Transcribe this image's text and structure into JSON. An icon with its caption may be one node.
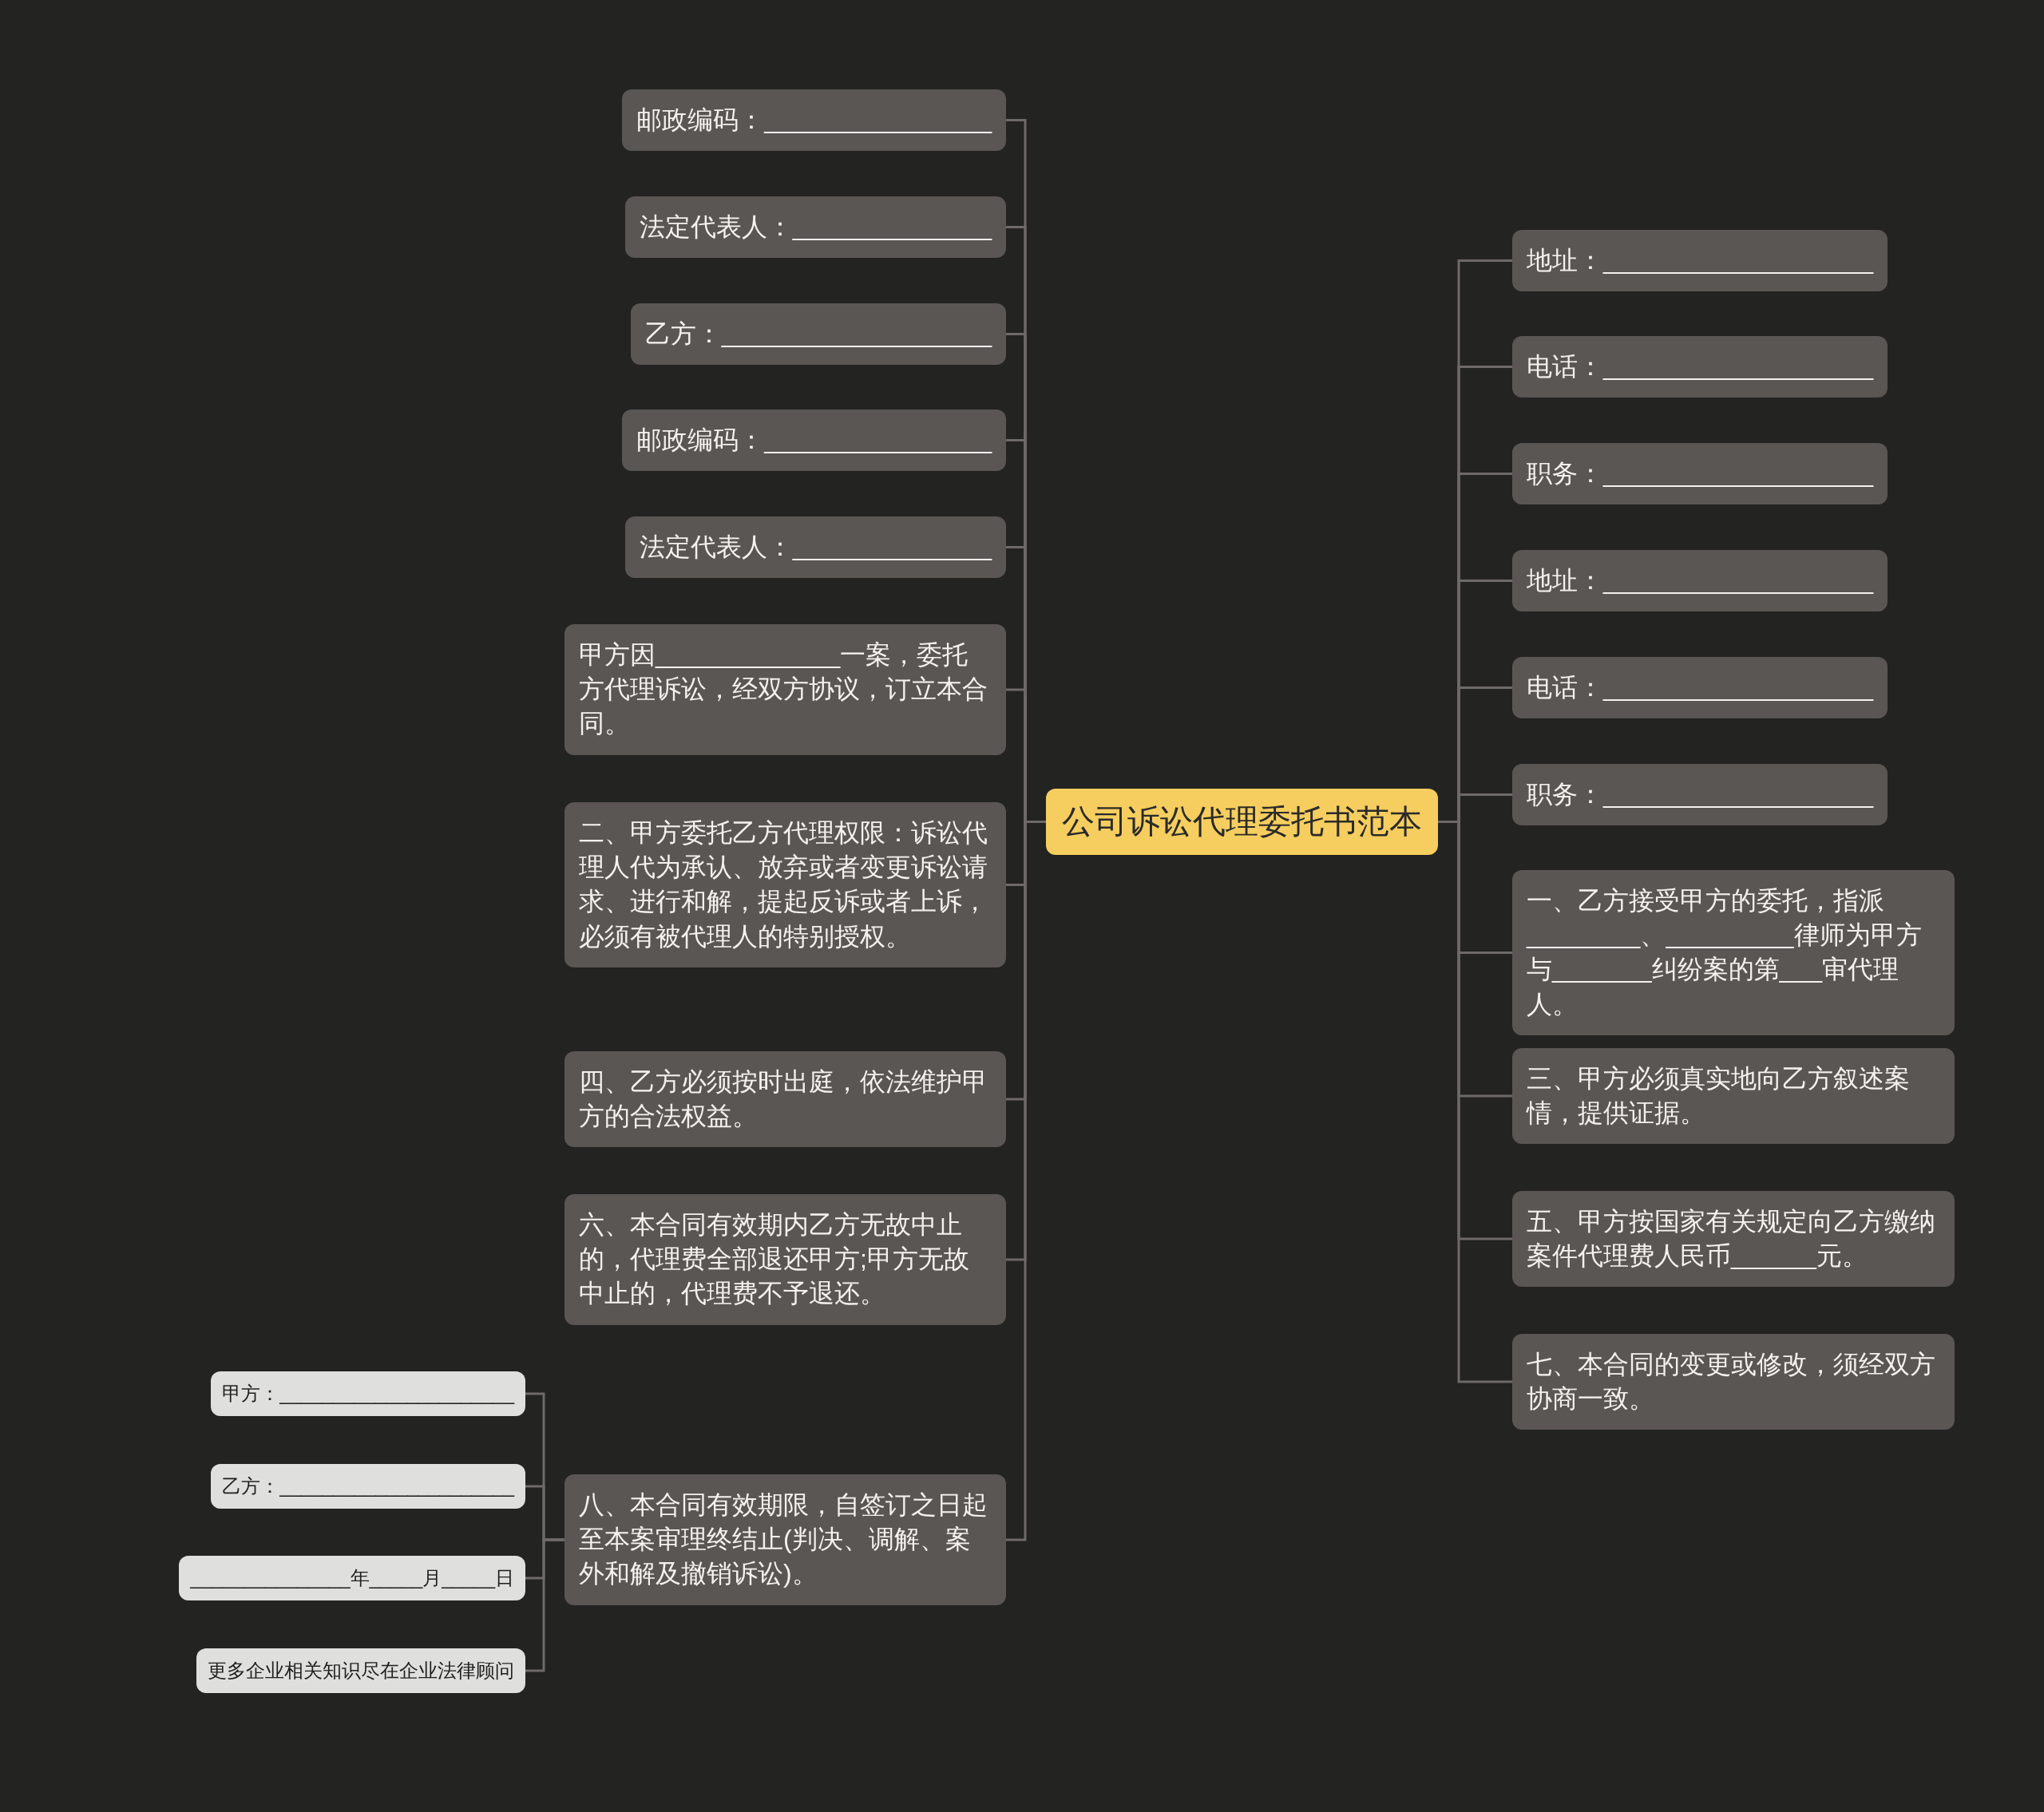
{
  "diagram": {
    "nodes": [
      {
        "text": [
          "公司诉讼代理委托书范本"
        ]
      },
      {
        "text": [
          "邮政编码：________________"
        ]
      },
      {
        "text": [
          "法定代表人：______________"
        ]
      },
      {
        "text": [
          "乙方：___________________"
        ]
      },
      {
        "text": [
          "邮政编码：________________"
        ]
      },
      {
        "text": [
          "法定代表人：______________"
        ]
      },
      {
        "text": [
          "甲方因_____________一案，委托方代理诉讼，经双方协议，订立本合同。"
        ]
      },
      {
        "text": [
          "二、甲方委托乙方代理权限：诉讼代理人代为承认、放弃或者变更诉讼请求、进行和解，提起反诉或者上诉，必须有被代理人的特别授权。"
        ]
      },
      {
        "text": [
          "四、乙方必须按时出庭，依法维护甲方的合法权益。"
        ]
      },
      {
        "text": [
          "六、本合同有效期内乙方无故中止的，代理费全部退还甲方;甲方无故中止的，代理费不予退还。"
        ]
      },
      {
        "text": [
          "八、本合同有效期限，自签订之日起至本案审理终结止(判决、调解、案外和解及撤销诉讼)。"
        ]
      },
      {
        "text": [
          "甲方：______________________"
        ]
      },
      {
        "text": [
          "乙方：______________________"
        ]
      },
      {
        "text": [
          "_______________年_____月_____日"
        ]
      },
      {
        "text": [
          "更多企业相关知识尽在企业法律顾问"
        ]
      },
      {
        "text": [
          "地址：___________________"
        ]
      },
      {
        "text": [
          "电话：___________________"
        ]
      },
      {
        "text": [
          "职务：___________________"
        ]
      },
      {
        "text": [
          "地址：___________________"
        ]
      },
      {
        "text": [
          "电话：___________________"
        ]
      },
      {
        "text": [
          "职务：___________________"
        ]
      },
      {
        "text": [
          "一、乙方接受甲方的委托，指派________、_________律师为甲方与_______纠纷案的第___审代理人。"
        ]
      },
      {
        "text": [
          "三、甲方必须真实地向乙方叙述案情，提供证据。"
        ]
      },
      {
        "text": [
          "五、甲方按国家有关规定向乙方缴纳案件代理费人民币______元。"
        ]
      },
      {
        "text": [
          "七、本合同的变更或修改，须经双方协商一致。"
        ]
      }
    ],
    "edges": [
      {
        "from": 0,
        "to": 1,
        "arrow": "none"
      },
      {
        "from": 0,
        "to": 2,
        "arrow": "none"
      },
      {
        "from": 0,
        "to": 3,
        "arrow": "none"
      },
      {
        "from": 0,
        "to": 4,
        "arrow": "none"
      },
      {
        "from": 0,
        "to": 5,
        "arrow": "none"
      },
      {
        "from": 0,
        "to": 6,
        "arrow": "none"
      },
      {
        "from": 0,
        "to": 7,
        "arrow": "none"
      },
      {
        "from": 0,
        "to": 8,
        "arrow": "none"
      },
      {
        "from": 0,
        "to": 9,
        "arrow": "none"
      },
      {
        "from": 0,
        "to": 10,
        "arrow": "none"
      },
      {
        "from": 10,
        "to": 11,
        "arrow": "none"
      },
      {
        "from": 10,
        "to": 12,
        "arrow": "none"
      },
      {
        "from": 10,
        "to": 13,
        "arrow": "none"
      },
      {
        "from": 10,
        "to": 14,
        "arrow": "none"
      },
      {
        "from": 0,
        "to": 15,
        "arrow": "none"
      },
      {
        "from": 0,
        "to": 16,
        "arrow": "none"
      },
      {
        "from": 0,
        "to": 17,
        "arrow": "none"
      },
      {
        "from": 0,
        "to": 18,
        "arrow": "none"
      },
      {
        "from": 0,
        "to": 19,
        "arrow": "none"
      },
      {
        "from": 0,
        "to": 20,
        "arrow": "none"
      },
      {
        "from": 0,
        "to": 21,
        "arrow": "none"
      },
      {
        "from": 0,
        "to": 22,
        "arrow": "none"
      },
      {
        "from": 0,
        "to": 23,
        "arrow": "none"
      },
      {
        "from": 0,
        "to": 24,
        "arrow": "none"
      }
    ]
  }
}
